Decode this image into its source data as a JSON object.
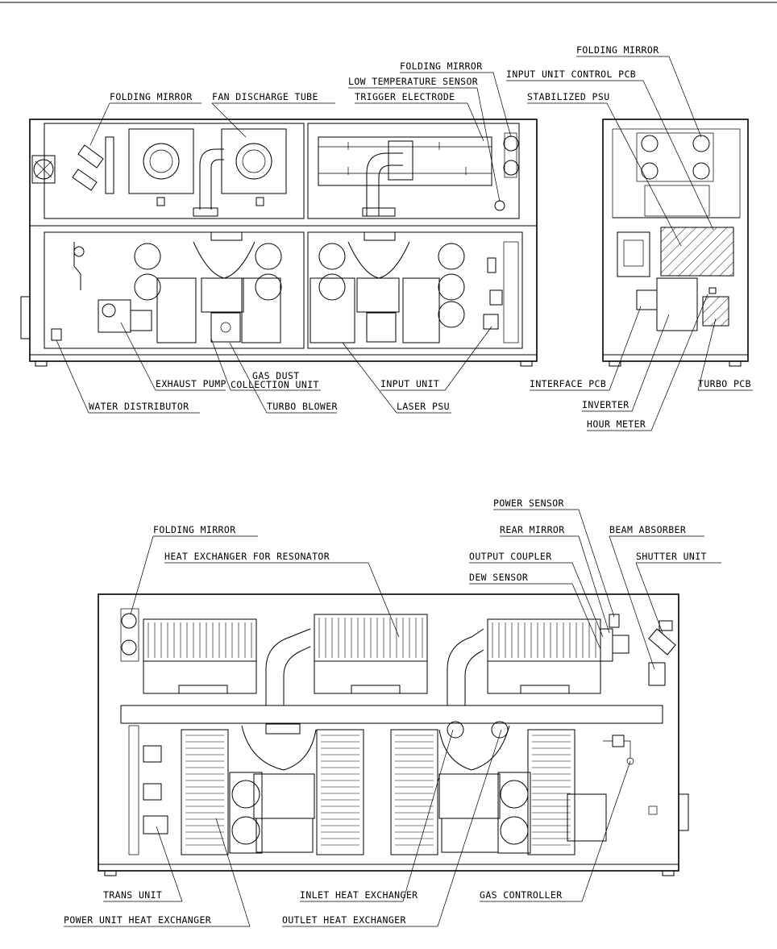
{
  "top_view": {
    "labels": {
      "folding_mirror_left": "FOLDING MIRROR",
      "fan_discharge_tube": "FAN DISCHARGE TUBE",
      "folding_mirror_mid": "FOLDING MIRROR",
      "low_temperature_sensor": "LOW TEMPERATURE SENSOR",
      "trigger_electrode": "TRIGGER ELECTRODE",
      "folding_mirror_right": "FOLDING MIRROR",
      "input_unit_control_pcb": "INPUT UNIT CONTROL PCB",
      "stabilized_psu": "STABILIZED PSU",
      "exhaust_pump": "EXHAUST PUMP",
      "gas_dust": "GAS DUST",
      "collection_unit": "COLLECTION UNIT",
      "input_unit": "INPUT UNIT",
      "interface_pcb": "INTERFACE PCB",
      "turbo_pcb": "TURBO PCB",
      "water_distributor": "WATER DISTRIBUTOR",
      "turbo_blower": "TURBO BLOWER",
      "laser_psu": "LASER PSU",
      "inverter": "INVERTER",
      "hour_meter": "HOUR METER"
    }
  },
  "bottom_view": {
    "labels": {
      "power_sensor": "POWER SENSOR",
      "folding_mirror": "FOLDING MIRROR",
      "rear_mirror": "REAR MIRROR",
      "beam_absorber": "BEAM ABSORBER",
      "heat_exchanger_for_resonator": "HEAT EXCHANGER FOR RESONATOR",
      "output_coupler": "OUTPUT COUPLER",
      "shutter_unit": "SHUTTER UNIT",
      "dew_sensor": "DEW  SENSOR",
      "trans_unit": "TRANS UNIT",
      "inlet_heat_exchanger": "INLET HEAT EXCHANGER",
      "gas_controller": "GAS CONTROLLER",
      "power_unit_heat_exchanger": "POWER UNIT HEAT EXCHANGER",
      "outlet_heat_exchanger": "OUTLET HEAT EXCHANGER"
    }
  }
}
